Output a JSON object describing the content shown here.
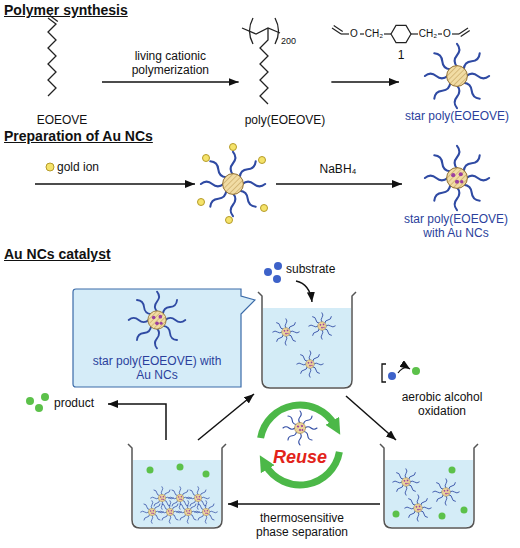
{
  "diagram": {
    "nodes": [
      {
        "text": [
          "EOEOVE"
        ]
      },
      {
        "text": [
          "poly(EOEOVE)"
        ]
      },
      {
        "text": [
          "star poly(EOEOVE)"
        ]
      },
      {
        "text": [
          "star poly(EOEOVE) with Au NCs"
        ]
      }
    ],
    "edges": [
      {
        "from": 0,
        "to": 1,
        "arrow": "to",
        "label": "living cationic polymerization"
      },
      {
        "from": 1,
        "to": 2,
        "arrow": "to"
      }
    ],
    "labels": [
      "Polymer synthesis",
      "200",
      "O",
      "CH₂",
      "CH₂",
      "O",
      "1",
      "Preparation of Au NCs",
      "gold ion",
      "NaBH₄",
      "star poly(EOEOVE) with Au NCs",
      "Au NCs catalyst",
      "substrate",
      "aerobic alcohol oxidation",
      "product",
      "Reuse",
      "thermosensitive phase separation"
    ]
  }
}
